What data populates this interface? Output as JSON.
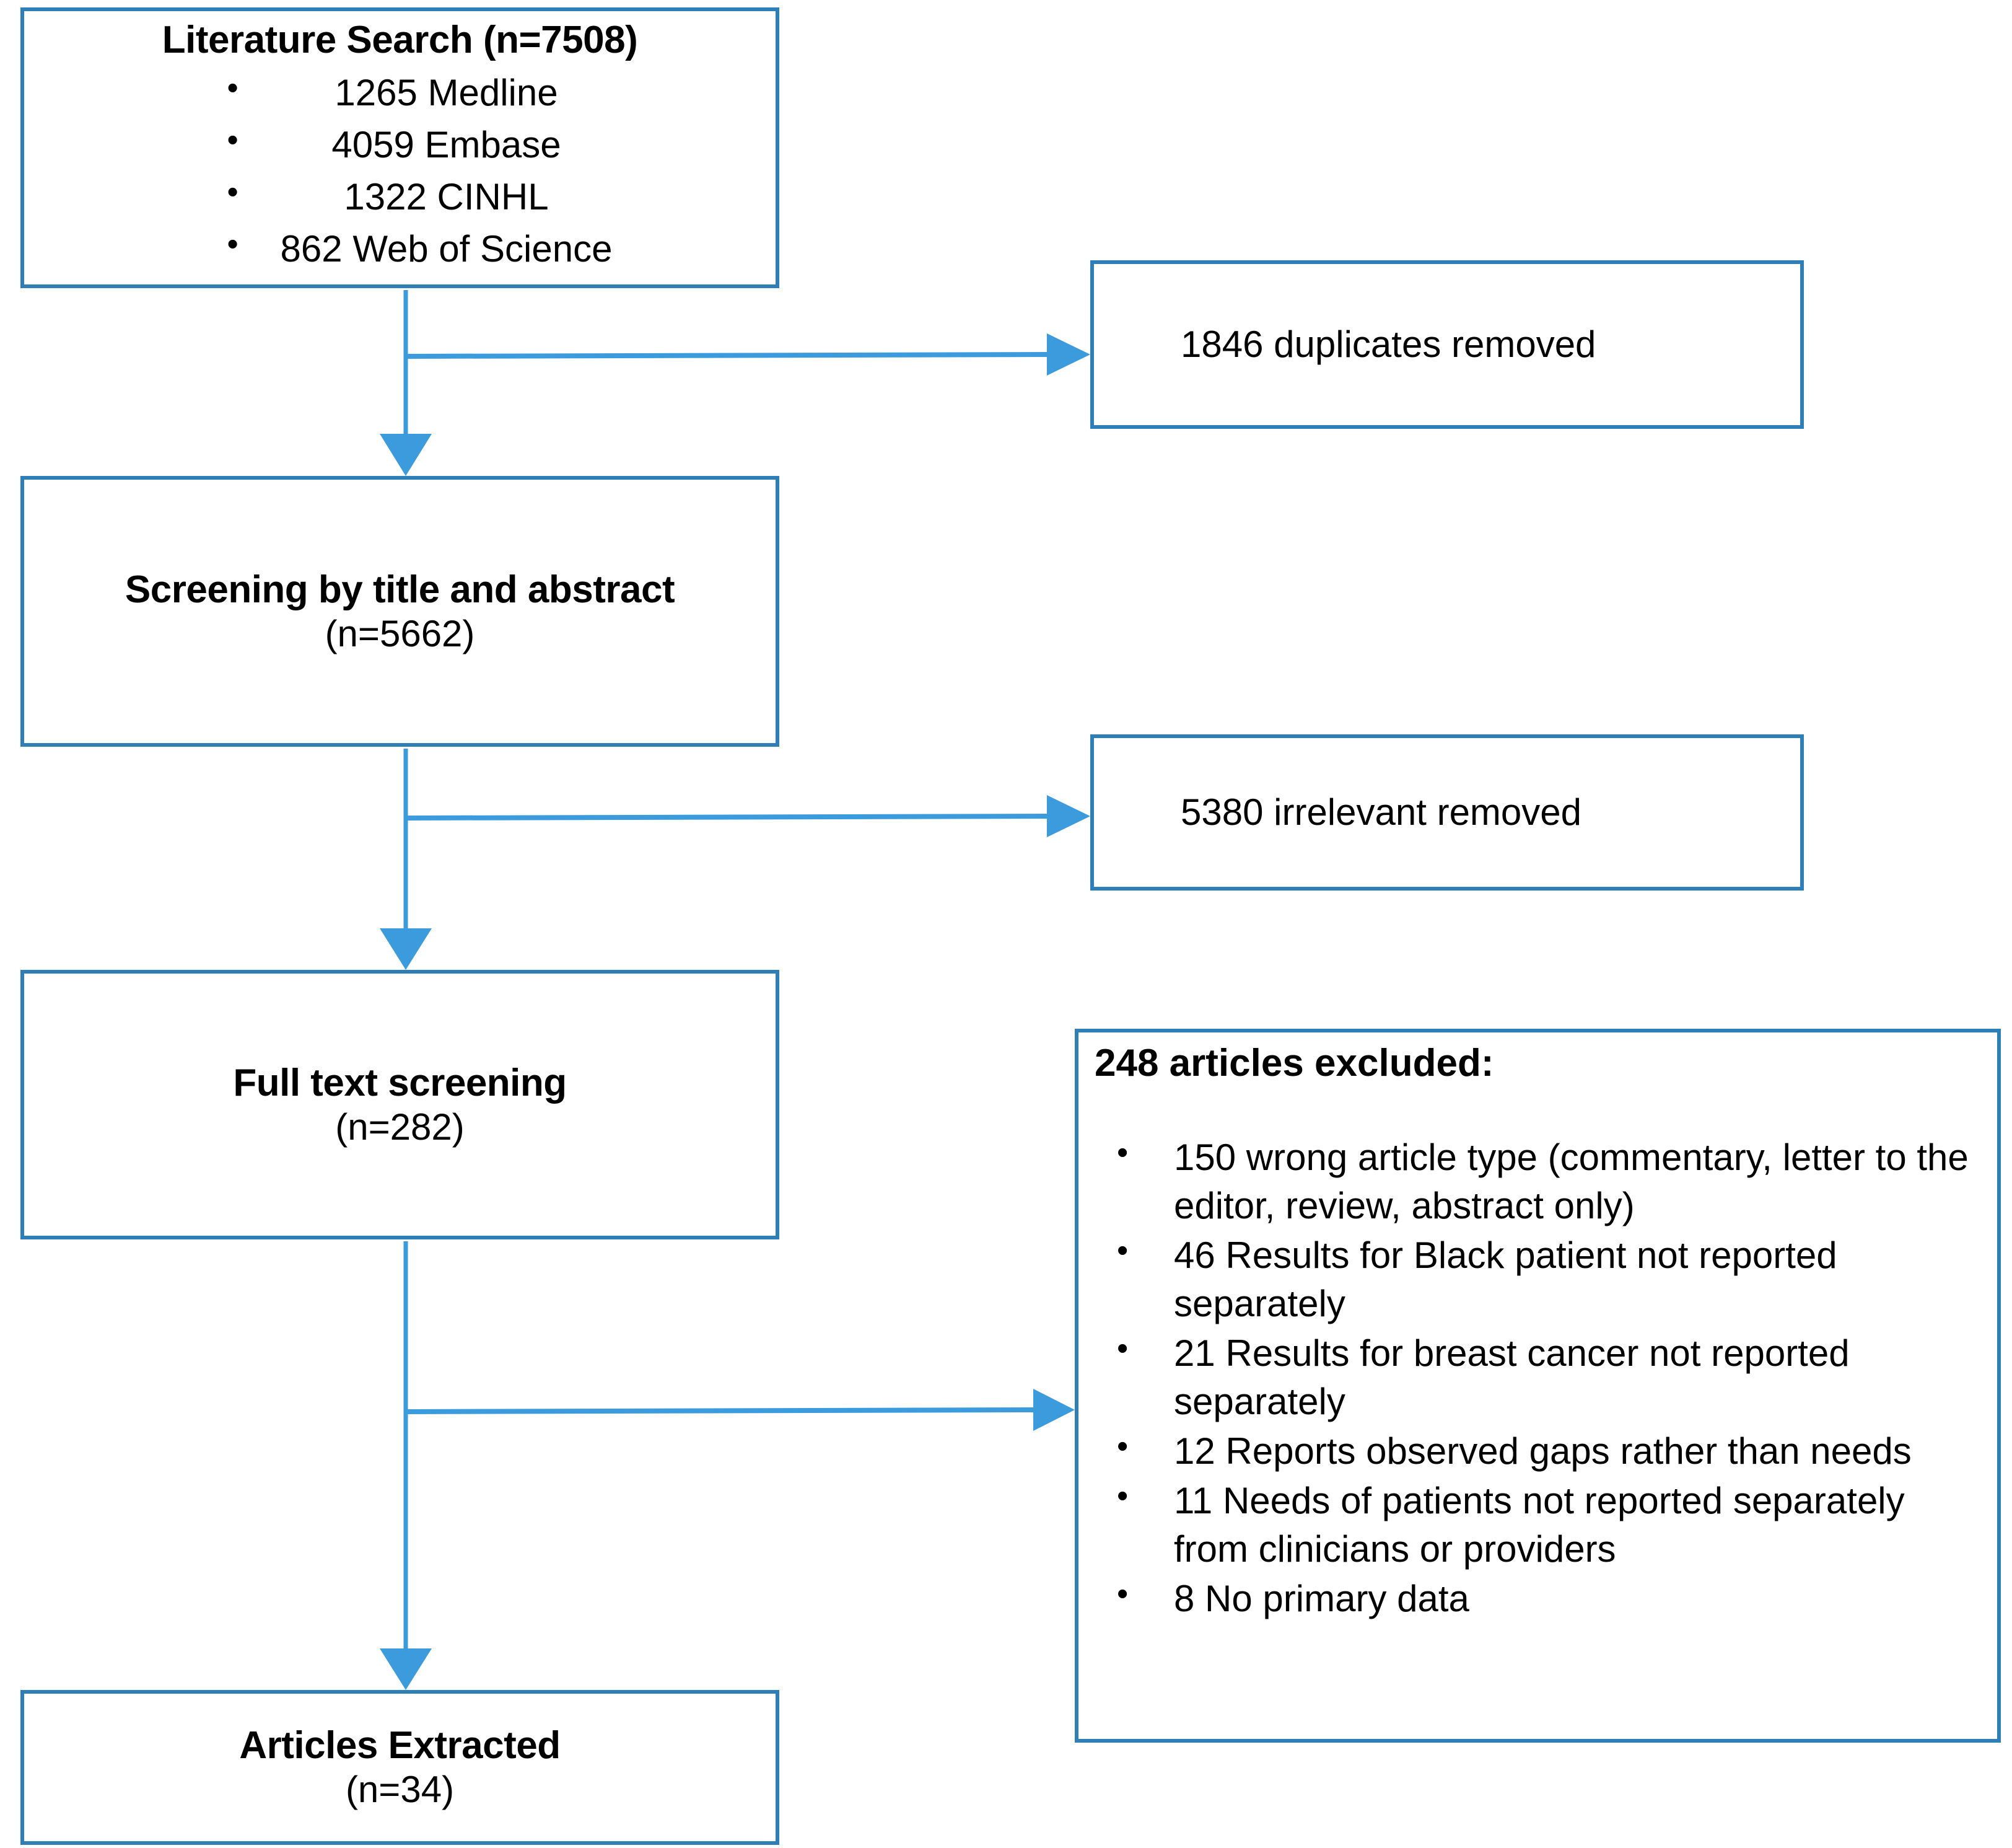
{
  "diagram": {
    "title": "PRISMA literature screening flow",
    "accent_color": "#2E7EB8",
    "connector_color": "#3C9BDC"
  },
  "stages": {
    "literature_search": {
      "heading": "Literature Search (n=7508)",
      "sources": [
        "1265 Medline",
        "4059 Embase",
        "1322 CINHL",
        "862 Web of Science"
      ]
    },
    "screening_title_abstract": {
      "heading": "Screening by title and abstract",
      "count": "(n=5662)"
    },
    "full_text_screening": {
      "heading": "Full text screening",
      "count": "(n=282)"
    },
    "articles_extracted": {
      "heading": "Articles Extracted",
      "count": "(n=34)"
    }
  },
  "exclusions": {
    "duplicates_removed": "1846 duplicates removed",
    "irrelevant_removed": "5380 irrelevant removed",
    "articles_excluded": {
      "heading": "248 articles excluded:",
      "reasons": [
        "150 wrong article type (commentary, letter to the editor, review, abstract only)",
        "46 Results for Black patient not reported separately",
        "21 Results for breast cancer not reported separately",
        "12 Reports observed gaps rather than needs",
        "11 Needs of patients not reported separately from clinicians or providers",
        "8 No primary data"
      ]
    }
  },
  "connectors": [
    {
      "name": "search-to-screening",
      "type": "vertical-arrow"
    },
    {
      "name": "search-to-duplicates",
      "type": "horizontal-arrow"
    },
    {
      "name": "screening-to-fulltext",
      "type": "vertical-arrow"
    },
    {
      "name": "screening-to-irrelevant",
      "type": "horizontal-arrow"
    },
    {
      "name": "fulltext-to-extracted",
      "type": "vertical-arrow"
    },
    {
      "name": "fulltext-to-excluded",
      "type": "horizontal-arrow"
    }
  ]
}
